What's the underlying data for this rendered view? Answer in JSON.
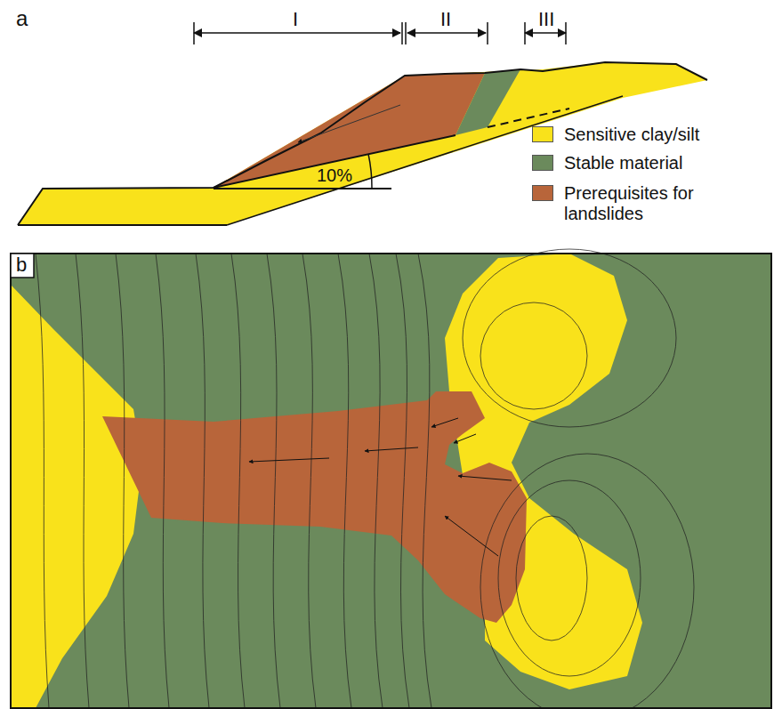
{
  "diagram": {
    "labels": [
      "a",
      "I",
      "II",
      "III",
      "10%",
      "b"
    ],
    "legend": [
      {
        "text": "Sensitive clay/silt",
        "color": "#f9e21b"
      },
      {
        "text": "Stable material",
        "color": "#6b8a5c"
      },
      {
        "text": "Prerequisites for landslides",
        "color": "#b8653a"
      }
    ]
  }
}
